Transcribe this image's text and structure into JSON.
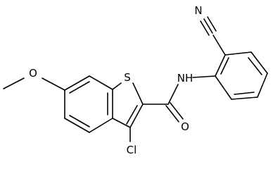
{
  "molecule": {
    "atoms": {
      "methoxy_o": "O",
      "thiophene_s": "S",
      "amide_n": "NH",
      "carbonyl_o": "O",
      "chlorine": "Cl",
      "nitrile_n": "N"
    }
  }
}
